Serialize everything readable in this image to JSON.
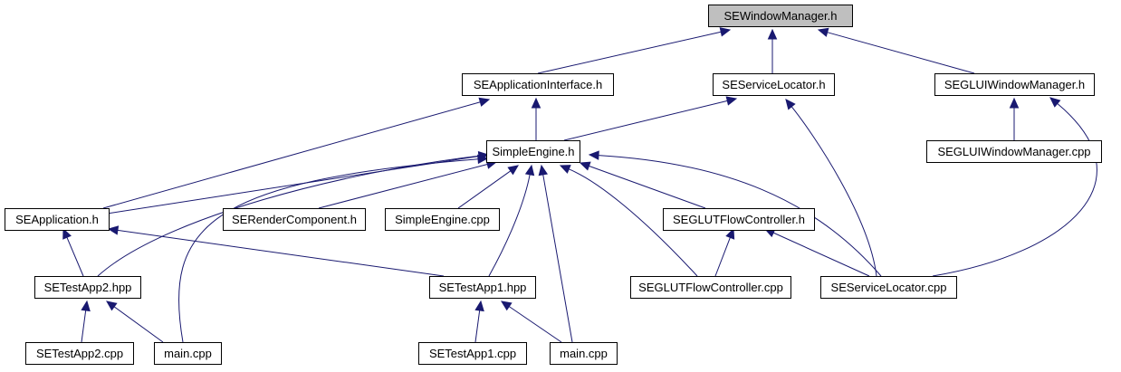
{
  "graph": {
    "colors": {
      "edge": "#191970",
      "root_fill": "#bfbfbf",
      "node_fill": "#ffffff",
      "border": "#000000"
    },
    "nodes": [
      {
        "id": "sewm",
        "label": "SEWindowManager.h",
        "root": true
      },
      {
        "id": "seai",
        "label": "SEApplicationInterface.h"
      },
      {
        "id": "sesl",
        "label": "SEServiceLocator.h"
      },
      {
        "id": "seglui",
        "label": "SEGLUIWindowManager.h"
      },
      {
        "id": "seglui_cpp",
        "label": "SEGLUIWindowManager.cpp"
      },
      {
        "id": "simple",
        "label": "SimpleEngine.h"
      },
      {
        "id": "seapp",
        "label": "SEApplication.h"
      },
      {
        "id": "serender",
        "label": "SERenderComponent.h"
      },
      {
        "id": "simple_cpp",
        "label": "SimpleEngine.cpp"
      },
      {
        "id": "seglut",
        "label": "SEGLUTFlowController.h"
      },
      {
        "id": "setest2",
        "label": "SETestApp2.hpp"
      },
      {
        "id": "setest1",
        "label": "SETestApp1.hpp"
      },
      {
        "id": "seglut_cpp",
        "label": "SEGLUTFlowController.cpp"
      },
      {
        "id": "sesl_cpp",
        "label": "SEServiceLocator.cpp"
      },
      {
        "id": "setest2_cpp",
        "label": "SETestApp2.cpp"
      },
      {
        "id": "main1",
        "label": "main.cpp"
      },
      {
        "id": "setest1_cpp",
        "label": "SETestApp1.cpp"
      },
      {
        "id": "main2",
        "label": "main.cpp"
      }
    ],
    "edges": [
      {
        "from": "seai",
        "to": "sewm"
      },
      {
        "from": "sesl",
        "to": "sewm"
      },
      {
        "from": "seglui",
        "to": "sewm"
      },
      {
        "from": "seapp",
        "to": "seai"
      },
      {
        "from": "simple",
        "to": "seai"
      },
      {
        "from": "simple",
        "to": "sesl"
      },
      {
        "from": "sesl_cpp",
        "to": "sesl"
      },
      {
        "from": "seglui_cpp",
        "to": "seglui"
      },
      {
        "from": "sesl_cpp",
        "to": "seglui"
      },
      {
        "from": "seapp",
        "to": "simple"
      },
      {
        "from": "setest2",
        "to": "simple"
      },
      {
        "from": "main1",
        "to": "simple"
      },
      {
        "from": "serender",
        "to": "simple"
      },
      {
        "from": "simple_cpp",
        "to": "simple"
      },
      {
        "from": "setest1",
        "to": "simple"
      },
      {
        "from": "main2",
        "to": "simple"
      },
      {
        "from": "seglut_cpp",
        "to": "simple"
      },
      {
        "from": "seglut",
        "to": "simple"
      },
      {
        "from": "sesl_cpp",
        "to": "simple"
      },
      {
        "from": "setest2",
        "to": "seapp"
      },
      {
        "from": "setest1",
        "to": "seapp"
      },
      {
        "from": "seglut_cpp",
        "to": "seglut"
      },
      {
        "from": "sesl_cpp",
        "to": "seglut"
      },
      {
        "from": "setest2_cpp",
        "to": "setest2"
      },
      {
        "from": "main1",
        "to": "setest2"
      },
      {
        "from": "setest1_cpp",
        "to": "setest1"
      },
      {
        "from": "main2",
        "to": "setest1"
      }
    ]
  }
}
